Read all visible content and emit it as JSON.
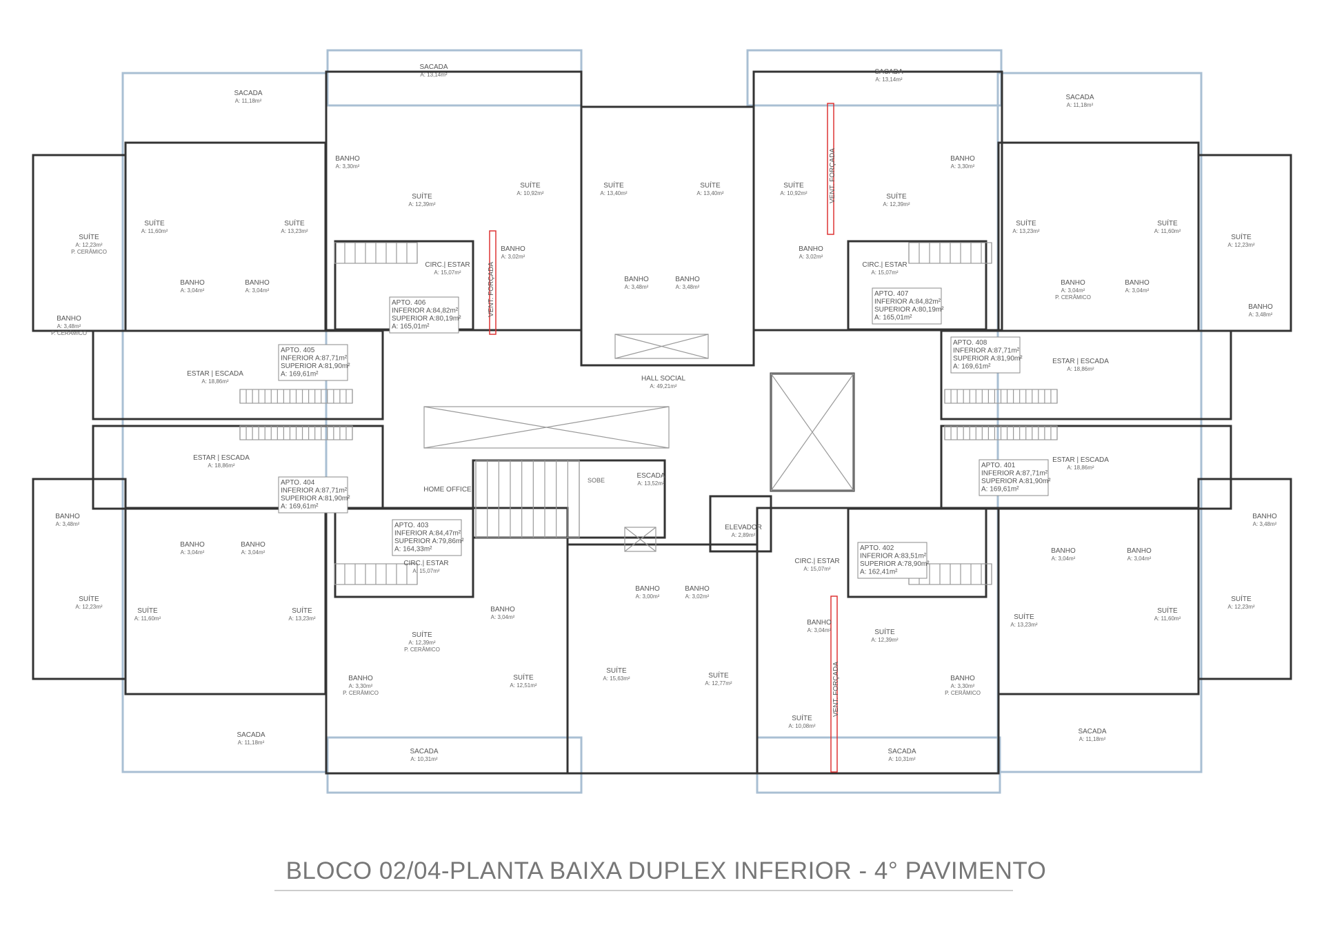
{
  "title": "BLOCO 02/04-PLANTA BAIXA DUPLEX INFERIOR - 4° PAVIMENTO",
  "rooms": [
    {
      "name": "SACADA",
      "area": "A: 11,18m²"
    },
    {
      "name": "SACADA",
      "area": "A: 13,14m²"
    },
    {
      "name": "SUÍTE",
      "area": "A: 12,23m²",
      "note": "P. CERÂMICO"
    },
    {
      "name": "SUÍTE",
      "area": "A: 11,60m²"
    },
    {
      "name": "SUÍTE",
      "area": "A: 13,23m²"
    },
    {
      "name": "BANHO",
      "area": "A: 3,30m²"
    },
    {
      "name": "SUÍTE",
      "area": "A: 12,39m²"
    },
    {
      "name": "SUÍTE",
      "area": "A: 10,92m²"
    },
    {
      "name": "SUÍTE",
      "area": "A: 13,40m²"
    },
    {
      "name": "SUÍTE",
      "area": "A: 13,40m²"
    },
    {
      "name": "SUÍTE",
      "area": "A: 10,92m²"
    },
    {
      "name": "SUÍTE",
      "area": "A: 12,39m²"
    },
    {
      "name": "BANHO",
      "area": "A: 3,30m²"
    },
    {
      "name": "SACADA",
      "area": "A: 13,14m²"
    },
    {
      "name": "SACADA",
      "area": "A: 11,18m²"
    },
    {
      "name": "SUÍTE",
      "area": "A: 13,23m²"
    },
    {
      "name": "SUÍTE",
      "area": "A: 11,60m²"
    },
    {
      "name": "SUÍTE",
      "area": "A: 12,23m²"
    },
    {
      "name": "BANHO",
      "area": "A: 3,48m²",
      "note": "P. CERÂMICO"
    },
    {
      "name": "BANHO",
      "area": "A: 3,04m²"
    },
    {
      "name": "BANHO",
      "area": "A: 3,04m²"
    },
    {
      "name": "BANHO",
      "area": "A: 3,02m²"
    },
    {
      "name": "CIRC.| ESTAR",
      "area": "A: 15,07m²"
    },
    {
      "name": "BANHO",
      "area": "A: 3,48m²"
    },
    {
      "name": "BANHO",
      "area": "A: 3,48m²"
    },
    {
      "name": "BANHO",
      "area": "A: 3,02m²"
    },
    {
      "name": "CIRC.| ESTAR",
      "area": "A: 15,07m²"
    },
    {
      "name": "BANHO",
      "area": "A: 3,04m²",
      "note": "P. CERÂMICO"
    },
    {
      "name": "BANHO",
      "area": "A: 3,04m²"
    },
    {
      "name": "BANHO",
      "area": "A: 3,48m²"
    },
    {
      "name": "ESTAR | ESCADA",
      "area": "A: 18,86m²"
    },
    {
      "name": "HALL SOCIAL",
      "area": "A: 49,21m²"
    },
    {
      "name": "ESTAR | ESCADA",
      "area": "A: 18,86m²"
    },
    {
      "name": "ESTAR | ESCADA",
      "area": "A: 18,86m²"
    },
    {
      "name": "ESTAR | ESCADA",
      "area": "A: 18,86m²"
    },
    {
      "name": "BANHO",
      "area": "A: 3,48m²"
    },
    {
      "name": "HOME OFFICE",
      "area": ""
    },
    {
      "name": "ESCADA",
      "area": "A: 13,52m²"
    },
    {
      "name": "ELEVADOR",
      "area": "A: 2,89m²"
    },
    {
      "name": "BANHO",
      "area": "A: 3,48m²"
    },
    {
      "name": "BANHO",
      "area": "A: 3,04m²"
    },
    {
      "name": "BANHO",
      "area": "A: 3,04m²"
    },
    {
      "name": "CIRC.| ESTAR",
      "area": "A: 15,07m²"
    },
    {
      "name": "CIRC.| ESTAR",
      "area": "A: 15,07m²"
    },
    {
      "name": "BANHO",
      "area": "A: 3,04m²"
    },
    {
      "name": "BANHO",
      "area": "A: 3,04m²"
    },
    {
      "name": "SUÍTE",
      "area": "A: 12,23m²"
    },
    {
      "name": "SUÍTE",
      "area": "A: 11,60m²"
    },
    {
      "name": "SUÍTE",
      "area": "A: 13,23m²"
    },
    {
      "name": "BANHO",
      "area": "A: 3,04m²"
    },
    {
      "name": "BANHO",
      "area": "A: 3,00m²"
    },
    {
      "name": "BANHO",
      "area": "A: 3,02m²"
    },
    {
      "name": "SUÍTE",
      "area": "A: 12,39m²",
      "note": "P. CERÂMICO"
    },
    {
      "name": "BANHO",
      "area": "A: 3,04m²"
    },
    {
      "name": "SUÍTE",
      "area": "A: 12,39m²"
    },
    {
      "name": "SUÍTE",
      "area": "A: 13,23m²"
    },
    {
      "name": "SUÍTE",
      "area": "A: 11,60m²"
    },
    {
      "name": "SUÍTE",
      "area": "A: 12,23m²"
    },
    {
      "name": "BANHO",
      "area": "A: 3,30m²",
      "note": "P. CERÂMICO"
    },
    {
      "name": "SUÍTE",
      "area": "A: 12,51m²"
    },
    {
      "name": "SUÍTE",
      "area": "A: 15,63m²"
    },
    {
      "name": "SUÍTE",
      "area": "A: 12,77m²"
    },
    {
      "name": "SUÍTE",
      "area": "A: 10,08m²"
    },
    {
      "name": "BANHO",
      "area": "A: 3,30m²",
      "note": "P. CERÂMICO"
    },
    {
      "name": "SACADA",
      "area": "A: 11,18m²"
    },
    {
      "name": "SACADA",
      "area": "A: 10,31m²"
    },
    {
      "name": "SACADA",
      "area": "A: 10,31m²"
    },
    {
      "name": "SACADA",
      "area": "A: 11,18m²"
    }
  ],
  "apartments": [
    {
      "name": "APTO. 405",
      "inferior": "INFERIOR A:87,71m²",
      "superior": "SUPERIOR A:81,90m²",
      "total": "A: 169,61m²"
    },
    {
      "name": "APTO. 406",
      "inferior": "INFERIOR A:84,82m²",
      "superior": "SUPERIOR A:80,19m²",
      "total": "A: 165,01m²"
    },
    {
      "name": "APTO. 407",
      "inferior": "INFERIOR A:84,82m²",
      "superior": "SUPERIOR A:80,19m²",
      "total": "A: 165,01m²"
    },
    {
      "name": "APTO. 408",
      "inferior": "INFERIOR A:87,71m²",
      "superior": "SUPERIOR A:81,90m²",
      "total": "A: 169,61m²"
    },
    {
      "name": "APTO. 404",
      "inferior": "INFERIOR A:87,71m²",
      "superior": "SUPERIOR A:81,90m²",
      "total": "A: 169,61m²"
    },
    {
      "name": "APTO. 401",
      "inferior": "INFERIOR A:87,71m²",
      "superior": "SUPERIOR A:81,90m²",
      "total": "A: 169,61m²"
    },
    {
      "name": "APTO. 403",
      "inferior": "INFERIOR A:84,47m²",
      "superior": "SUPERIOR A:79,86m²",
      "total": "A: 164,33m²"
    },
    {
      "name": "APTO. 402",
      "inferior": "INFERIOR A:83,51m²",
      "superior": "SUPERIOR A:78,90m²",
      "total": "A: 162,41m²"
    }
  ],
  "annotations": {
    "sobe": "sobe",
    "sobe_main": "SOBE",
    "vent": "VENT. FORÇADA"
  },
  "colors": {
    "wall": "#333333",
    "glass": "#a9bfd3",
    "vent": "#dd3333"
  }
}
